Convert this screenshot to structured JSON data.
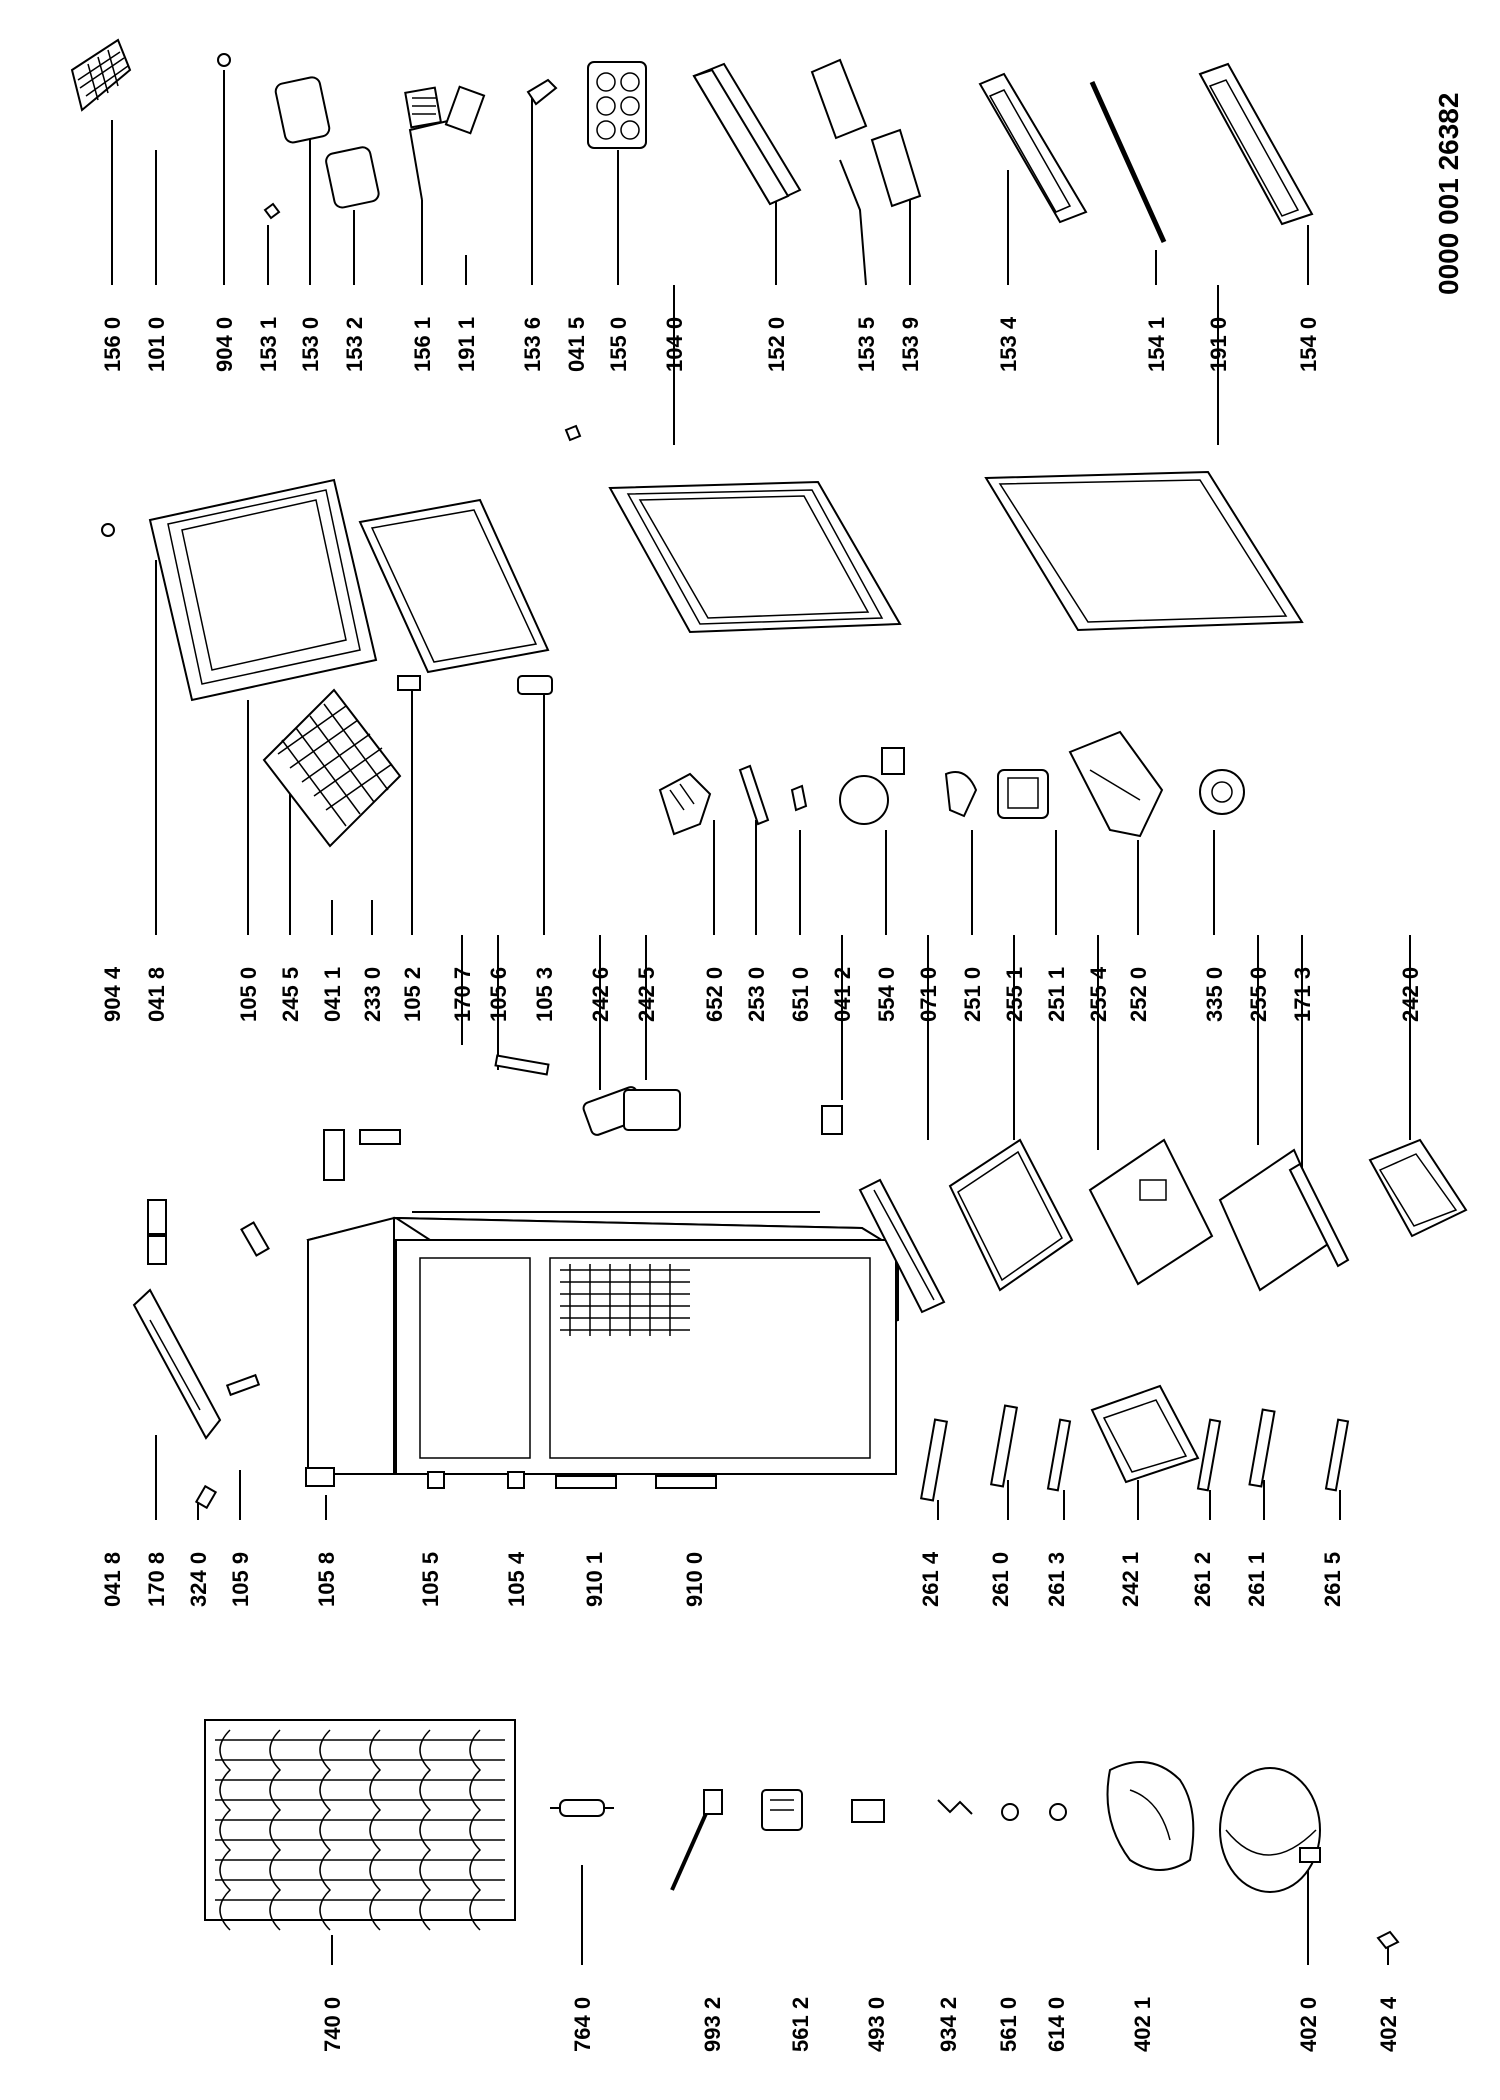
{
  "document_id": "0000 001 26382",
  "part_numbers": {
    "p156_0": "156 0",
    "p101_0": "101 0",
    "p904_0": "904 0",
    "p153_1": "153 1",
    "p153_0": "153 0",
    "p153_2": "153 2",
    "p156_1": "156 1",
    "p191_1": "191 1",
    "p153_6": "153 6",
    "p041_5": "041 5",
    "p155_0": "155 0",
    "p104_0": "104 0",
    "p152_0": "152 0",
    "p153_5": "153 5",
    "p153_9": "153 9",
    "p153_4": "153 4",
    "p154_1": "154 1",
    "p191_0": "191 0",
    "p154_0": "154 0",
    "p904_4": "904 4",
    "p041_8a": "041 8",
    "p105_0": "105 0",
    "p245_5": "245 5",
    "p041_1": "041 1",
    "p233_0": "233 0",
    "p105_2": "105 2",
    "p170_7": "170 7",
    "p105_6": "105 6",
    "p105_3": "105 3",
    "p242_6": "242 6",
    "p242_5": "242 5",
    "p652_0": "652 0",
    "p253_0": "253 0",
    "p651_0": "651 0",
    "p041_2": "041 2",
    "p554_0": "554 0",
    "p071_0": "071 0",
    "p251_0": "251 0",
    "p255_1": "255 1",
    "p251_1": "251 1",
    "p255_4": "255 4",
    "p252_0": "252 0",
    "p335_0": "335 0",
    "p255_0": "255 0",
    "p171_3": "171 3",
    "p242_0": "242 0",
    "p041_8b": "041 8",
    "p170_8": "170 8",
    "p324_0": "324 0",
    "p105_9": "105 9",
    "p105_8": "105 8",
    "p105_5": "105 5",
    "p105_4": "105 4",
    "p910_1": "910 1",
    "p910_0": "910 0",
    "p261_4": "261 4",
    "p261_0": "261 0",
    "p261_3": "261 3",
    "p242_1": "242 1",
    "p261_2": "261 2",
    "p261_1": "261 1",
    "p261_5": "261 5",
    "p740_0": "740 0",
    "p764_0": "764 0",
    "p993_2": "993 2",
    "p561_2": "561 2",
    "p493_0": "493 0",
    "p934_2": "934 2",
    "p561_0": "561 0",
    "p614_0": "614 0",
    "p402_1": "402 1",
    "p402_0": "402 0",
    "p402_4": "402 4"
  }
}
